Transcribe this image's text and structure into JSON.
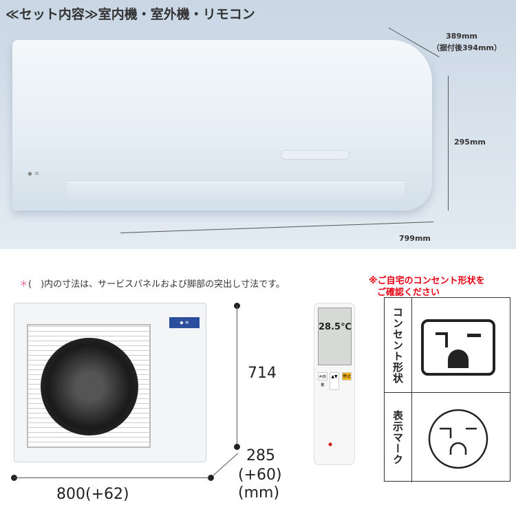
{
  "title": "≪セット内容≫室内機・室外機・リモコン",
  "indoor": {
    "depth": "389mm",
    "depth_installed": "（据付後394mm）",
    "height": "295mm",
    "width": "799mm"
  },
  "note": {
    "mark": "＊",
    "text": "(　)内の寸法は、サービスパネルおよび脚部の突出し寸法です。"
  },
  "warning": {
    "line1": "※ご自宅のコンセント形状を",
    "line2": "ご確認ください"
  },
  "outdoor": {
    "height": "714",
    "depth": "285",
    "depth_extra": "(+60)",
    "unit": "(mm)",
    "width": "800(+62)"
  },
  "remote": {
    "temp": "28.5℃",
    "stop": "停止",
    "ai": "AI自動"
  },
  "table": {
    "row1_label": "コンセント形状",
    "row2_label": "表示マーク"
  },
  "colors": {
    "warning": "#e60012",
    "note_mark": "#e05c9a"
  }
}
